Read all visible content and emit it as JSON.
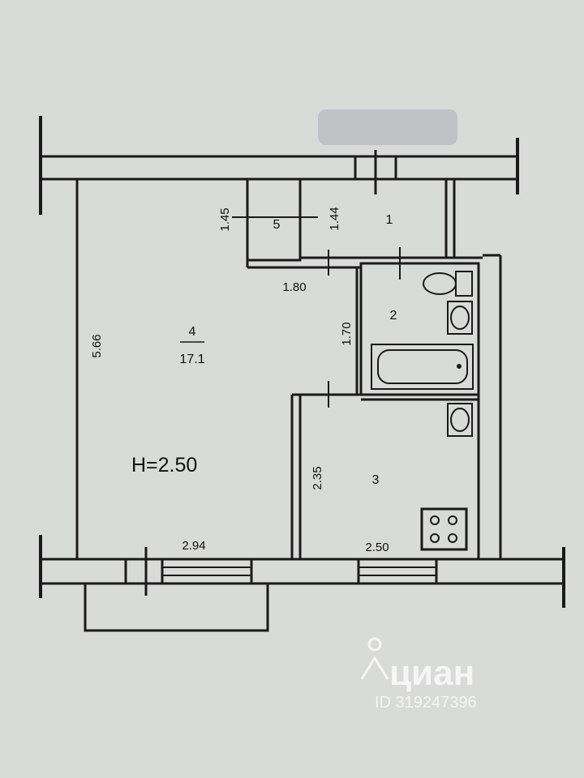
{
  "ceiling_height": "H=2.50",
  "rooms": [
    {
      "number": "1"
    },
    {
      "number": "2"
    },
    {
      "number": "3"
    },
    {
      "number": "4",
      "area": "17.1"
    },
    {
      "number": "5"
    }
  ],
  "dimensions": {
    "d_5_66": "5.66",
    "d_1_45": "1.45",
    "d_1_44": "1.44",
    "d_1_80": "1.80",
    "d_1_70": "1.70",
    "d_2_35": "2.35",
    "d_2_94": "2.94",
    "d_2_50": "2.50"
  },
  "watermark": {
    "brand": "циан",
    "id": "ID 319247396"
  },
  "colors": {
    "paper": "#d9dbd8",
    "line": "#1a1a1a",
    "watermark": "#ffffff"
  }
}
